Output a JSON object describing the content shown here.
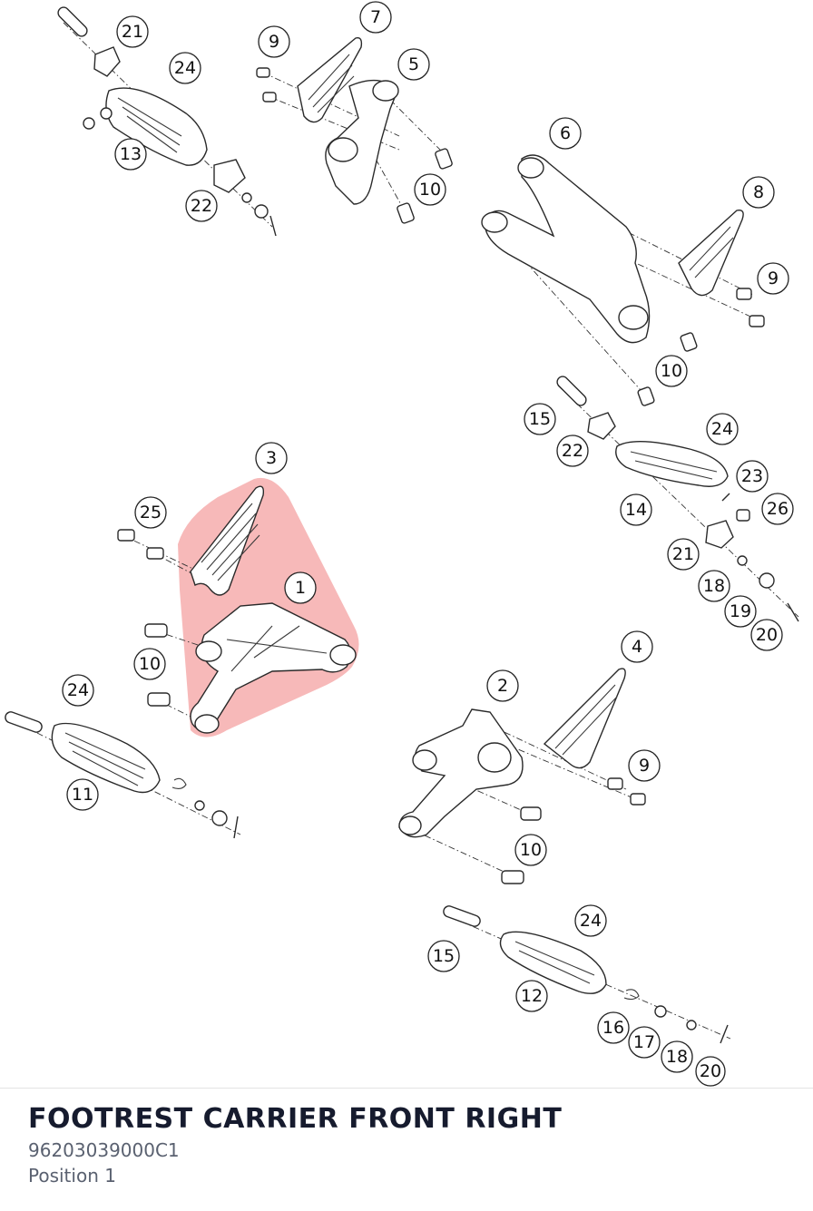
{
  "part": {
    "title": "FOOTREST CARRIER FRONT RIGHT",
    "number": "96203039000C1",
    "position": "Position 1"
  },
  "highlight_color": "#f08080",
  "callouts": [
    "21",
    "24",
    "13",
    "22",
    "9",
    "7",
    "5",
    "10",
    "6",
    "8",
    "9",
    "10",
    "3",
    "25",
    "1",
    "10",
    "24",
    "11",
    "15",
    "22",
    "24",
    "23",
    "14",
    "26",
    "21",
    "18",
    "19",
    "20",
    "4",
    "2",
    "9",
    "10",
    "24",
    "15",
    "12",
    "16",
    "17",
    "18",
    "20"
  ]
}
